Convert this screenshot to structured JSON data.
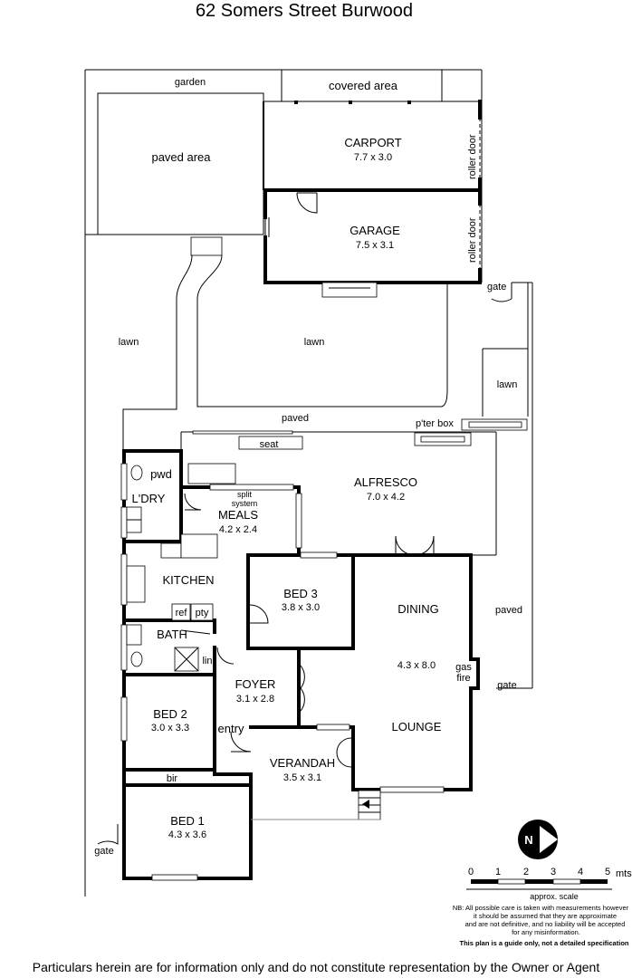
{
  "title": "62 Somers Street Burwood",
  "footer": "Particulars herein are for information only and do not constitute representation by the Owner or Agent",
  "rooms": {
    "garden": "garden",
    "covered_area": "covered area",
    "paved_area": "paved area",
    "carport": "CARPORT",
    "carport_dim": "7.7 x 3.0",
    "roller_door_1": "roller door",
    "garage": "GARAGE",
    "garage_dim": "7.5 x 3.1",
    "roller_door_2": "roller door",
    "gate_top": "gate",
    "lawn_left": "lawn",
    "lawn_center": "lawn",
    "lawn_right": "lawn",
    "paved_mid": "paved",
    "pter_box": "p'ter box",
    "seat": "seat",
    "pwd": "pwd",
    "ldry": "L'DRY",
    "split_system": "split",
    "split_system_2": "system",
    "meals": "MEALS",
    "meals_dim": "4.2 x 2.4",
    "alfresco": "ALFRESCO",
    "alfresco_dim": "7.0 x 4.2",
    "kitchen": "KITCHEN",
    "ref": "ref",
    "pty": "pty",
    "bed3": "BED 3",
    "bed3_dim": "3.8 x 3.0",
    "dining": "DINING",
    "paved_right": "paved",
    "bath": "BATH",
    "lin": "lin",
    "dining_lounge_dim": "4.3 x 8.0",
    "gas": "gas",
    "fire": "fire",
    "gate_right": "gate",
    "foyer": "FOYER",
    "foyer_dim": "3.1 x 2.8",
    "bed2": "BED 2",
    "bed2_dim": "3.0 x 3.3",
    "entry": "entry",
    "lounge": "LOUNGE",
    "verandah": "VERANDAH",
    "verandah_dim": "3.5 x 3.1",
    "bir": "bir",
    "bed1": "BED 1",
    "bed1_dim": "4.3 x 3.6",
    "gate_left": "gate"
  },
  "compass": {
    "label": "N"
  },
  "scale": {
    "ticks": [
      "0",
      "1",
      "2",
      "3",
      "4",
      "5"
    ],
    "unit": "mts.",
    "caption": "approx. scale"
  },
  "notes": {
    "line1": "NB: All possible care is taken with measurements however",
    "line2": "it should be assumed that they are approximate",
    "line3": "and are not definitive, and no liability will be accepted",
    "line4": "for any misinformation.",
    "guide": "This plan is a guide only, not a detailed specification"
  }
}
